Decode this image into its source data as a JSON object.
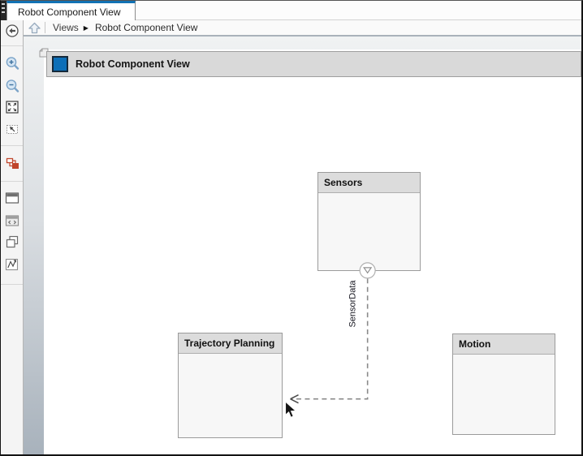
{
  "tab": {
    "title": "Robot Component View"
  },
  "breadcrumb": {
    "root": "Views",
    "separator": "▶",
    "current": "Robot Component View"
  },
  "toolbar": {
    "icons": [
      "back",
      "zoom-in",
      "zoom-out",
      "fit-to-view",
      "zoom-to-region",
      "auto-arrange",
      "show-window",
      "code-view",
      "copy-view",
      "route-lines"
    ]
  },
  "diagram": {
    "title": "Robot Component View",
    "components": [
      {
        "name": "Sensors"
      },
      {
        "name": "Trajectory Planning"
      },
      {
        "name": "Motion"
      }
    ],
    "connector": {
      "label": "SensorData",
      "from": "Sensors",
      "style": "dashed"
    },
    "port_symbol": "▽"
  },
  "colors": {
    "accent_blue": "#0d6fb8",
    "tab_highlight": "#1272b4",
    "canvas_gradient_top": "#f0f2f3",
    "canvas_gradient_bottom": "#a8b2bc",
    "diagram_header_fill": "#d9d9d9",
    "component_header_fill": "#dcdcdc",
    "component_body_fill": "#f7f7f7",
    "arrange_icon_orange": "#c0452b",
    "connector_gray": "#8a8a8a"
  }
}
